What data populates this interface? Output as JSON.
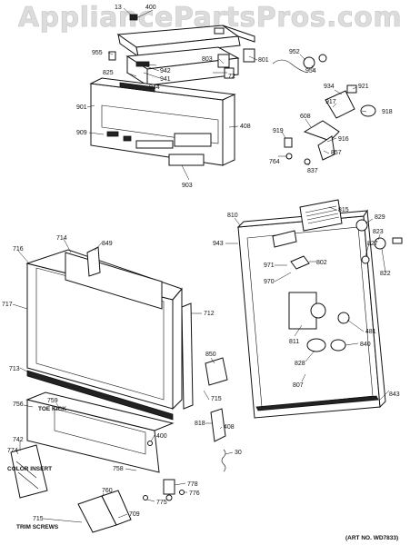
{
  "watermark": "AppliancePartsPros.com",
  "art_number": "(ART NO. WD7833)",
  "captions": {
    "toe_kick": "TOE KICK",
    "color_insert": "COLOR INSERT",
    "trim_screws": "TRIM SCREWS"
  },
  "callouts": {
    "c13": "13",
    "c400a": "400",
    "c955": "955",
    "c825": "825",
    "c942": "942",
    "c941": "941",
    "c944": "944",
    "c803": "803",
    "c801": "801",
    "c72": "72",
    "c901": "901",
    "c408a": "408",
    "c909": "909",
    "c903": "903",
    "c952": "952",
    "c954": "954",
    "c934": "934",
    "c921": "921",
    "c917": "917",
    "c918": "918",
    "c608": "608",
    "c916": "916",
    "c919": "919",
    "c857": "857",
    "c764": "764",
    "c837": "837",
    "c716": "716",
    "c714": "714",
    "c849": "849",
    "c717": "717",
    "c712": "712",
    "c713": "713",
    "c850": "850",
    "c715a": "715",
    "c818": "818",
    "c408b": "408",
    "c30": "30",
    "c400b": "400",
    "c756": "756",
    "c759": "759",
    "c742": "742",
    "c774": "774",
    "c758": "758",
    "c760": "760",
    "c778": "778",
    "c775": "775",
    "c776": "776",
    "c715b": "715",
    "c709": "709",
    "c810": "810",
    "c815": "815",
    "c829": "829",
    "c823": "823",
    "c943": "943",
    "c827": "827",
    "c822": "822",
    "c802": "802",
    "c971": "971",
    "c970": "970",
    "c481": "481",
    "c811": "811",
    "c840": "840",
    "c828": "828",
    "c807": "807",
    "c843": "843"
  }
}
